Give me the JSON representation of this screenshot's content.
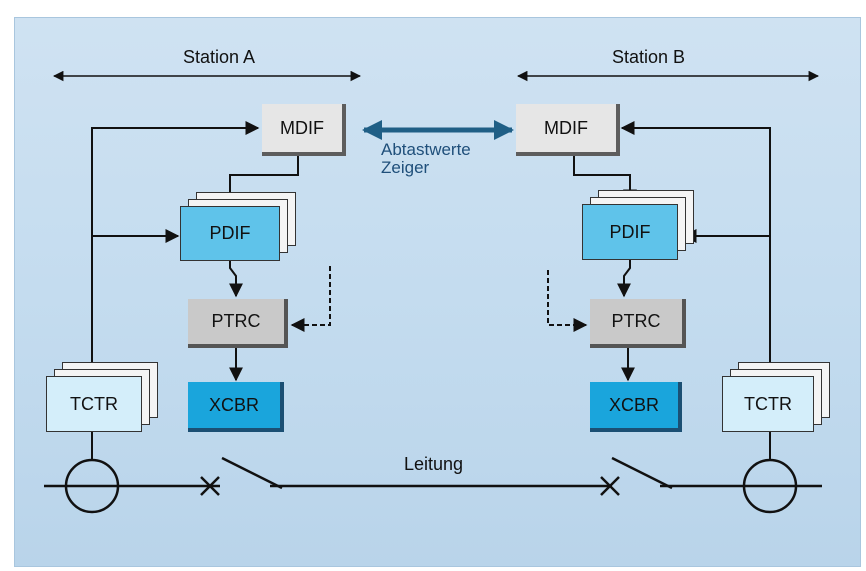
{
  "stations": {
    "a": {
      "label": "Station A"
    },
    "b": {
      "label": "Station B"
    }
  },
  "link": {
    "label_line1": "Abtastwerte",
    "label_line2": "Zeiger"
  },
  "line": {
    "label": "Leitung"
  },
  "nodes": {
    "mdif_a": "MDIF",
    "pdif_a": "PDIF",
    "ptrc_a": "PTRC",
    "xcbr_a": "XCBR",
    "tctr_a": "TCTR",
    "mdif_b": "MDIF",
    "pdif_b": "PDIF",
    "ptrc_b": "PTRC",
    "xcbr_b": "XCBR",
    "tctr_b": "TCTR"
  },
  "colors": {
    "background": "#c4dcef",
    "mdif_fill": "#e6e6e6",
    "pdif_fill": "#5fc3ea",
    "ptrc_fill": "#c9c9c9",
    "xcbr_fill": "#1aa5dc",
    "tctr_fill": "#d4eefa",
    "link_arrow": "#1f5f86",
    "link_text": "#1f4f7a"
  }
}
